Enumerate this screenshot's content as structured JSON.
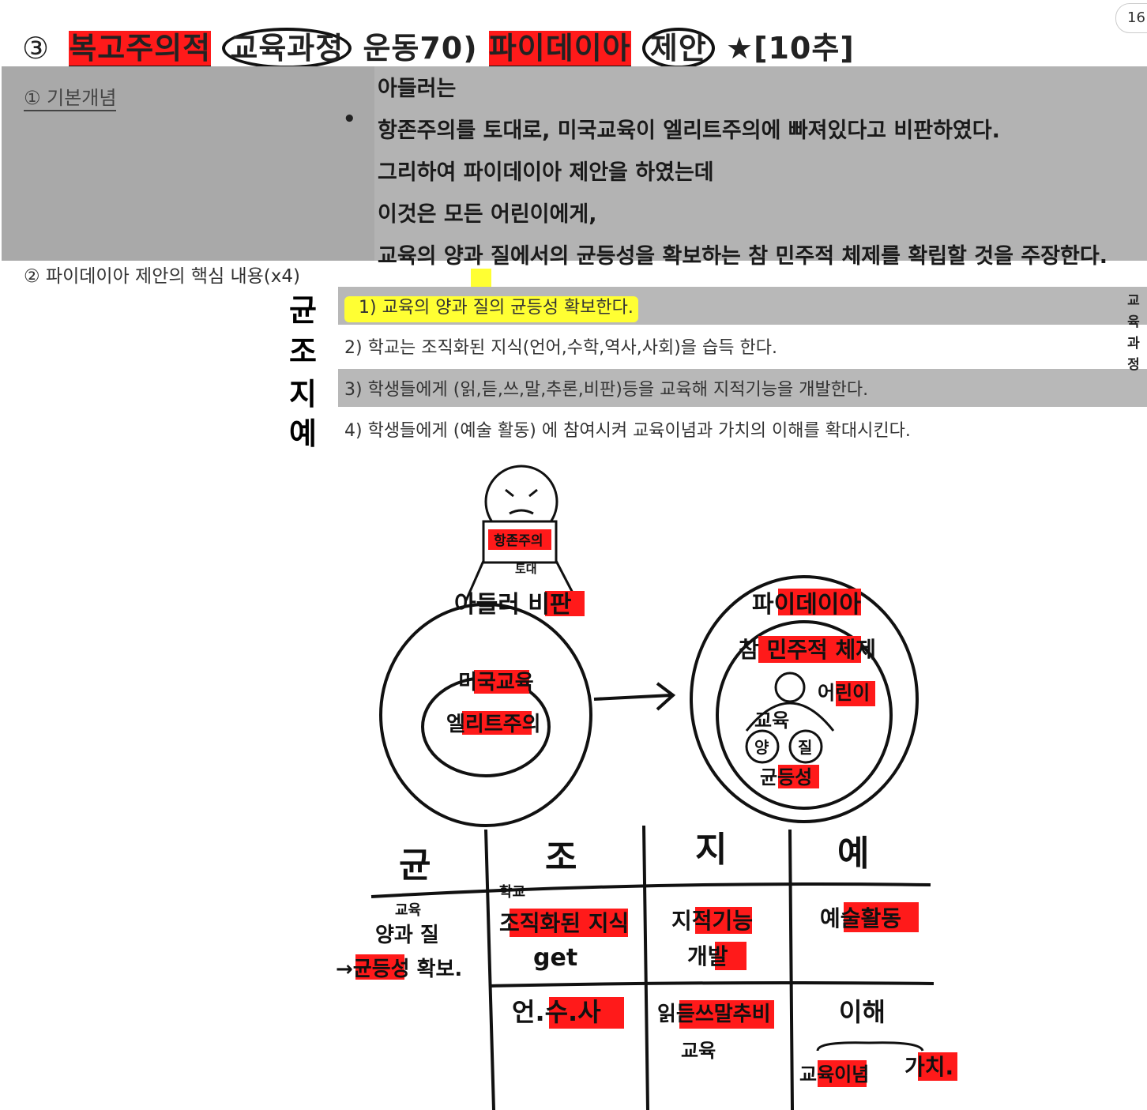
{
  "header": {
    "title_num": "③",
    "title_part1": "복고주의적",
    "title_part2": "교육과정",
    "title_part3": "운동70)",
    "title_part4": "파이데이아",
    "title_part5": "제안",
    "title_part6": "★[10추]",
    "page_badge": "16"
  },
  "basic_concept": {
    "label": "① 기본개념",
    "bullet": "•",
    "lines": [
      "아들러는",
      "항존주의를 토대로, 미국교육이 엘리트주의에 빠져있다고 비판하였다.",
      "그리하여 파이데이아 제안을 하였는데",
      "이것은 모든 어린이에게,",
      "교육의 양과 질에서의 균등성을 확보하는 참 민주적 체제를 확립할 것을 주장한다."
    ]
  },
  "section2": {
    "label": "② 파이데이아 제안의 핵심 내용(x4)",
    "items": [
      "1) 교육의 양과 질의 균등성 확보한다.",
      "2) 학교는 조직화된 지식(언어,수학,역사,사회)을 습득 한다.",
      "3) 학생들에게 (읽,듣,쓰,말,추론,비판)등을 교육해 지적기능을 개발한다.",
      "4) 학생들에게 (예술 활동) 에 참여시켜 교육이념과 가치의 이해를 확대시킨다."
    ],
    "hand_letters": [
      "균",
      "조",
      "지",
      "예"
    ],
    "side_vertical": [
      "교",
      "육",
      "과",
      "정"
    ]
  },
  "drawing": {
    "figure_labels": [
      "항존주의",
      "토대"
    ],
    "left_circle": {
      "top": "아들러 비판",
      "inner1": "미국교육",
      "inner2": "엘리트주의"
    },
    "right_circle": {
      "top": "파이데이아",
      "line2": "참 민주적 체제",
      "child": "어린이",
      "edu": "교육",
      "q1": "양",
      "q2": "질",
      "equal": "균등성"
    }
  },
  "summary_table": {
    "headers": [
      "균",
      "조",
      "지",
      "예"
    ],
    "row1": {
      "c1": [
        "교육",
        "양과 질",
        "→균등성 확보."
      ],
      "c2_small": "학교",
      "c2": [
        "조직화된 지식",
        "get"
      ],
      "c3": [
        "지적기능",
        "개발"
      ],
      "c4": [
        "예술활동"
      ]
    },
    "row2": {
      "c2": "언.수.사",
      "c3": [
        "읽듣쓰말추비",
        "교육"
      ],
      "c4": [
        "이해",
        "교육이념",
        "가치."
      ]
    }
  }
}
